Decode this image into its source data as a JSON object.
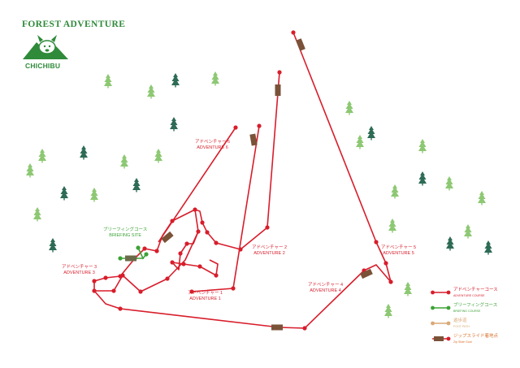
{
  "header": {
    "logo_title": "FOREST ADVENTURE",
    "logo_subtitle": "CHICHIBU"
  },
  "courses": {
    "adventure_1": {
      "jp": "アドベンチャー 1",
      "en": "ADVENTURE 1"
    },
    "adventure_2": {
      "jp": "アドベンチャー 2",
      "en": "ADVENTURE 2"
    },
    "adventure_3": {
      "jp": "アドベンチャー 3",
      "en": "ADVENTURE 3"
    },
    "adventure_4": {
      "jp": "アドベンチャー 4",
      "en": "ADVENTURE 4"
    },
    "adventure_5": {
      "jp": "アドベンチャー 5",
      "en": "ADVENTURE 5"
    },
    "adventure_6": {
      "jp": "アドベンチャー 6",
      "en": "ADVENTURE 6"
    },
    "briefing": {
      "jp": "ブリーフィングコース",
      "en": "BRIEFING SITE"
    }
  },
  "legend": {
    "items": [
      {
        "jp": "アドベンチャーコース",
        "en": "ADVENTURE COURSE",
        "color": "#d81d2b"
      },
      {
        "jp": "ブリーフィングコース",
        "en": "BRIEFING COURSE",
        "color": "#3ca236"
      },
      {
        "jp": "遊歩道",
        "en": "FOOT PATH",
        "color": "#d9a977"
      },
      {
        "jp": "ジップスライド着地点",
        "en": "Zip Slide Goal",
        "color": "#d9722d"
      }
    ]
  },
  "colors": {
    "course": "#d81d2b",
    "briefing": "#3ca236",
    "zip": "#7a5238",
    "tree_light": "#8dc873",
    "tree_dark": "#2d6b55"
  }
}
